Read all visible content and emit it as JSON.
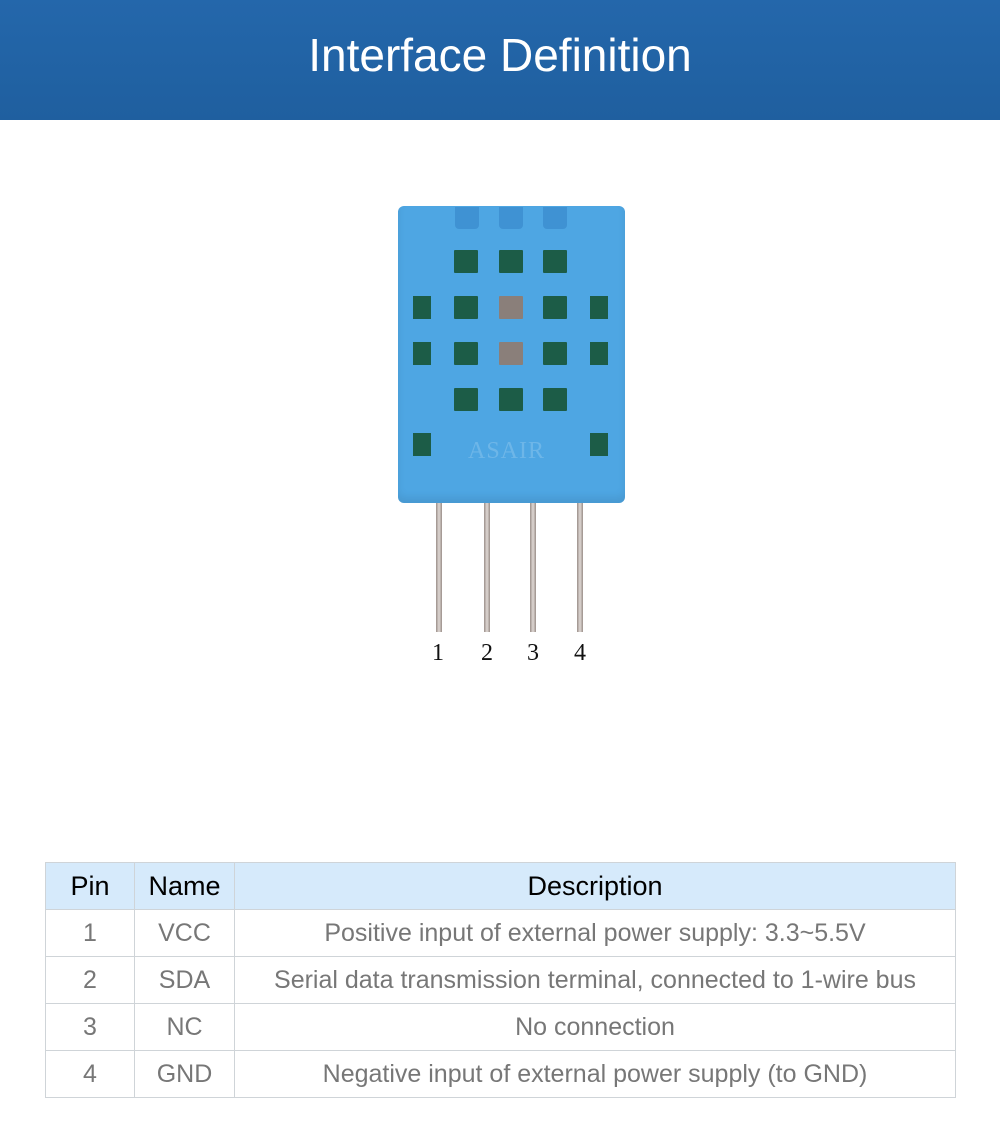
{
  "header": {
    "title": "Interface Definition"
  },
  "sensor": {
    "logo": "ASAIR",
    "pins": [
      "1",
      "2",
      "3",
      "4"
    ]
  },
  "table": {
    "headers": [
      "Pin",
      "Name",
      "Description"
    ],
    "rows": [
      {
        "pin": "1",
        "name": "VCC",
        "description": "Positive input of external power supply: 3.3~5.5V"
      },
      {
        "pin": "2",
        "name": "SDA",
        "description": "Serial data transmission terminal, connected to 1-wire bus"
      },
      {
        "pin": "3",
        "name": "NC",
        "description": "No connection"
      },
      {
        "pin": "4",
        "name": "GND",
        "description": "Negative input of external power supply (to GND)"
      }
    ]
  }
}
